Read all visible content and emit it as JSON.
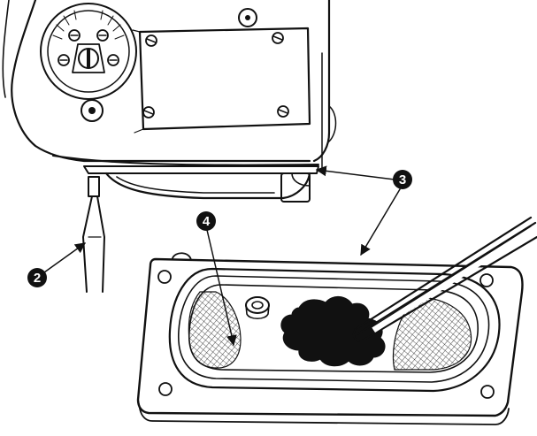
{
  "callouts": {
    "c2": "2",
    "c3": "3",
    "c4": "4"
  },
  "colors": {
    "ink": "#111111",
    "paper": "#ffffff"
  }
}
